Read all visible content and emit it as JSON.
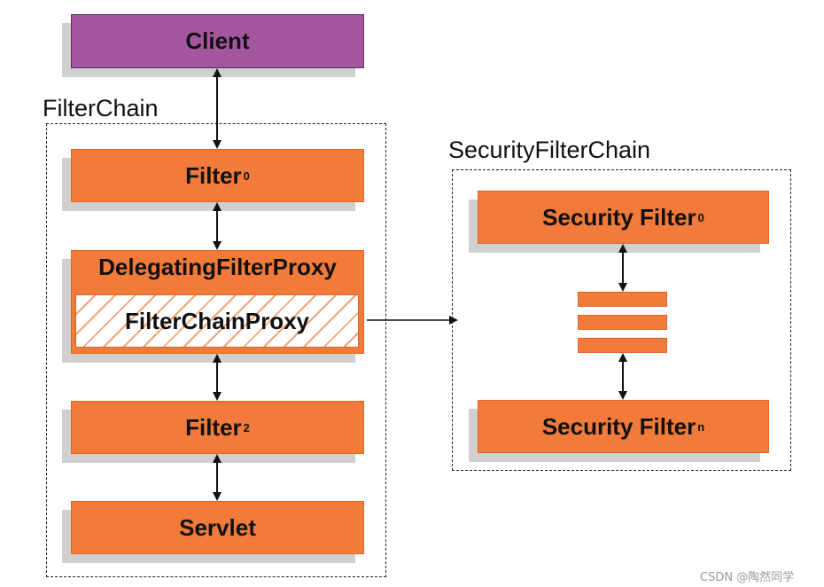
{
  "client": {
    "label": "Client"
  },
  "filter_chain": {
    "title": "FilterChain",
    "filter0": {
      "label": "Filter",
      "sub": "0"
    },
    "delegating": {
      "label": "DelegatingFilterProxy"
    },
    "proxy": {
      "label": "FilterChainProxy"
    },
    "filter2": {
      "label": "Filter",
      "sub": "2"
    },
    "servlet": {
      "label": "Servlet"
    }
  },
  "security_chain": {
    "title": "SecurityFilterChain",
    "filter0": {
      "label": "Security Filter",
      "sub": "0"
    },
    "filtern": {
      "label": "Security Filter",
      "sub": "n"
    }
  },
  "watermark": "CSDN @陶然同学",
  "colors": {
    "orange": "#f27a3a",
    "purple": "#a4579e",
    "line": "#111111"
  }
}
